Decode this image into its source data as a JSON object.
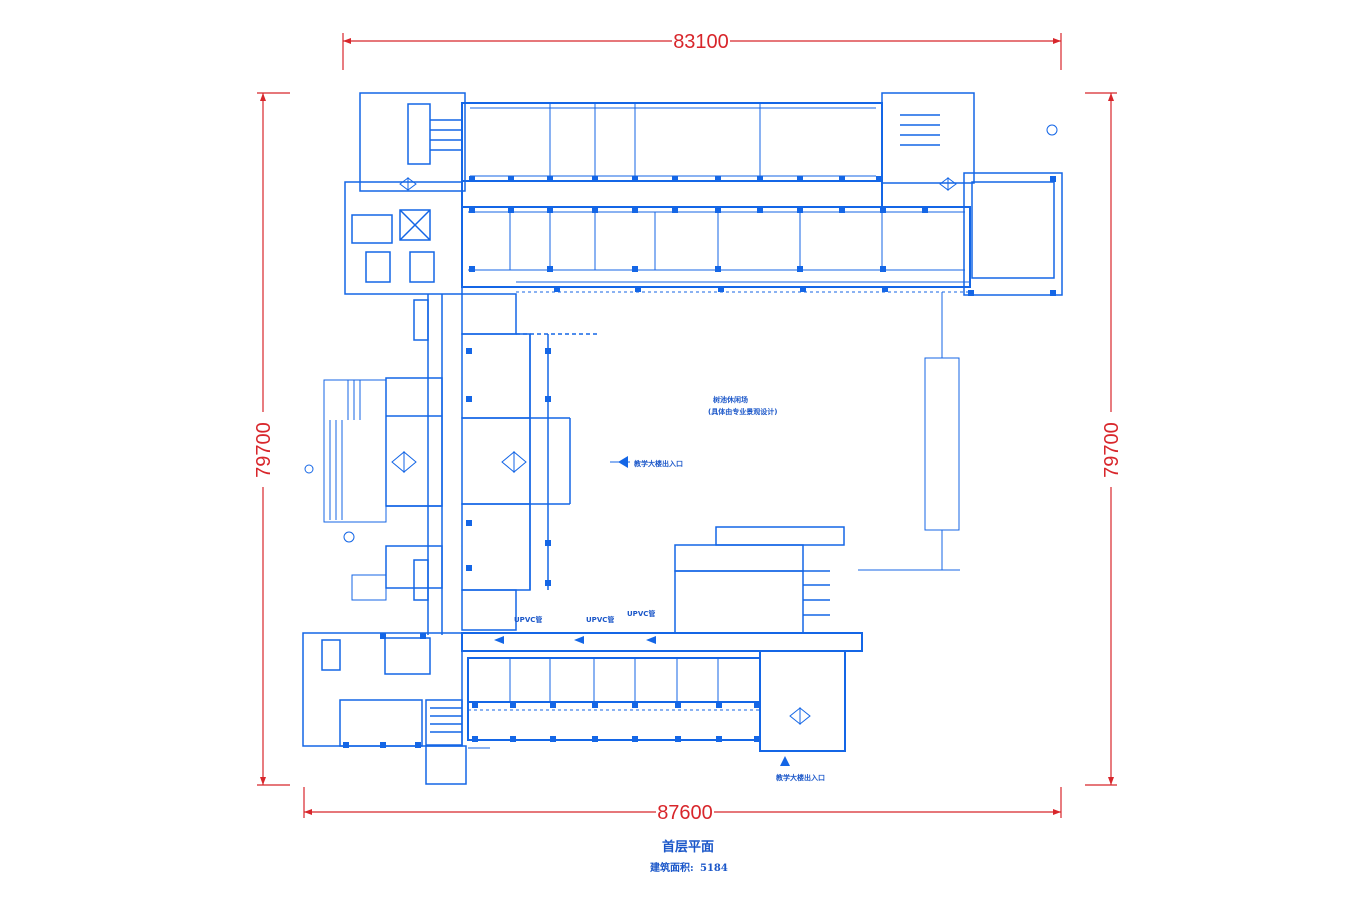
{
  "dimensions": {
    "top": "83100",
    "bottom": "87600",
    "left": "79700",
    "right": "79700"
  },
  "caption": {
    "title": "首层平面",
    "area_label": "建筑面积:",
    "area_value": "5184"
  },
  "annotations": {
    "courtyard_line1": "树池休闲场",
    "courtyard_line2": "(具体由专业景观设计)",
    "entrance_main": "教学大楼出入口",
    "entrance_secondary": "教学大楼出入口",
    "pvc_pipe_1": "UPVC管",
    "pvc_pipe_2": "UPVC管",
    "pvc_pipe_3": "UPVC管"
  },
  "colors": {
    "dimension": "#d8262b",
    "plan_lines": "#1466e6",
    "fill": "#ffffff"
  }
}
